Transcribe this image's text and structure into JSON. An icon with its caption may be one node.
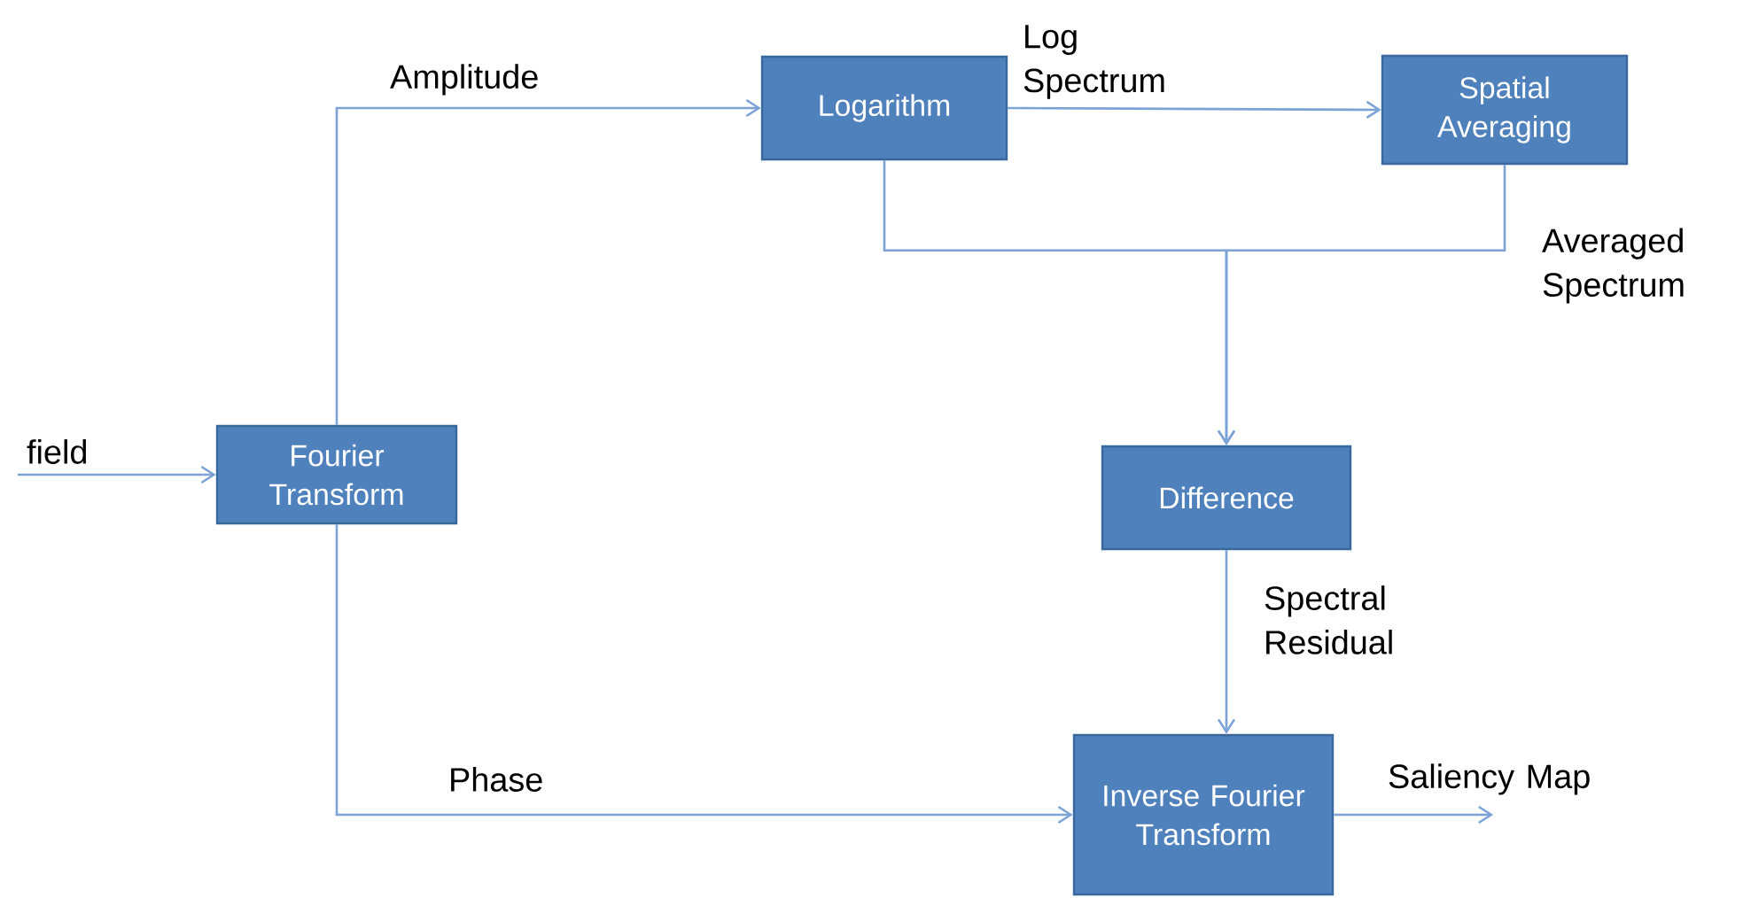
{
  "diagram": {
    "nodes": [
      {
        "text": [
          "Fourier Transform"
        ]
      },
      {
        "text": [
          "Logarithm"
        ]
      },
      {
        "text": [
          "Spatial Averaging"
        ]
      },
      {
        "text": [
          "Difference"
        ]
      },
      {
        "text": [
          "Inverse Fourier Transform"
        ]
      }
    ],
    "edges": [
      {
        "from": null,
        "to": 0,
        "arrow": "to",
        "label": "field"
      },
      {
        "from": 0,
        "to": 1,
        "arrow": "to",
        "label": "Amplitude"
      },
      {
        "from": 1,
        "to": 2,
        "arrow": "to",
        "label": "Log Spectrum"
      },
      {
        "from": 1,
        "to": 3,
        "arrow": "to"
      },
      {
        "from": 2,
        "to": 3,
        "arrow": "to",
        "label": "Averaged Spectrum"
      },
      {
        "from": 3,
        "to": 4,
        "arrow": "to",
        "label": "Spectral Residual"
      },
      {
        "from": 0,
        "to": 4,
        "arrow": "to",
        "label": "Phase"
      },
      {
        "from": 4,
        "to": null,
        "arrow": "to",
        "label": "Saliency Map"
      }
    ]
  }
}
